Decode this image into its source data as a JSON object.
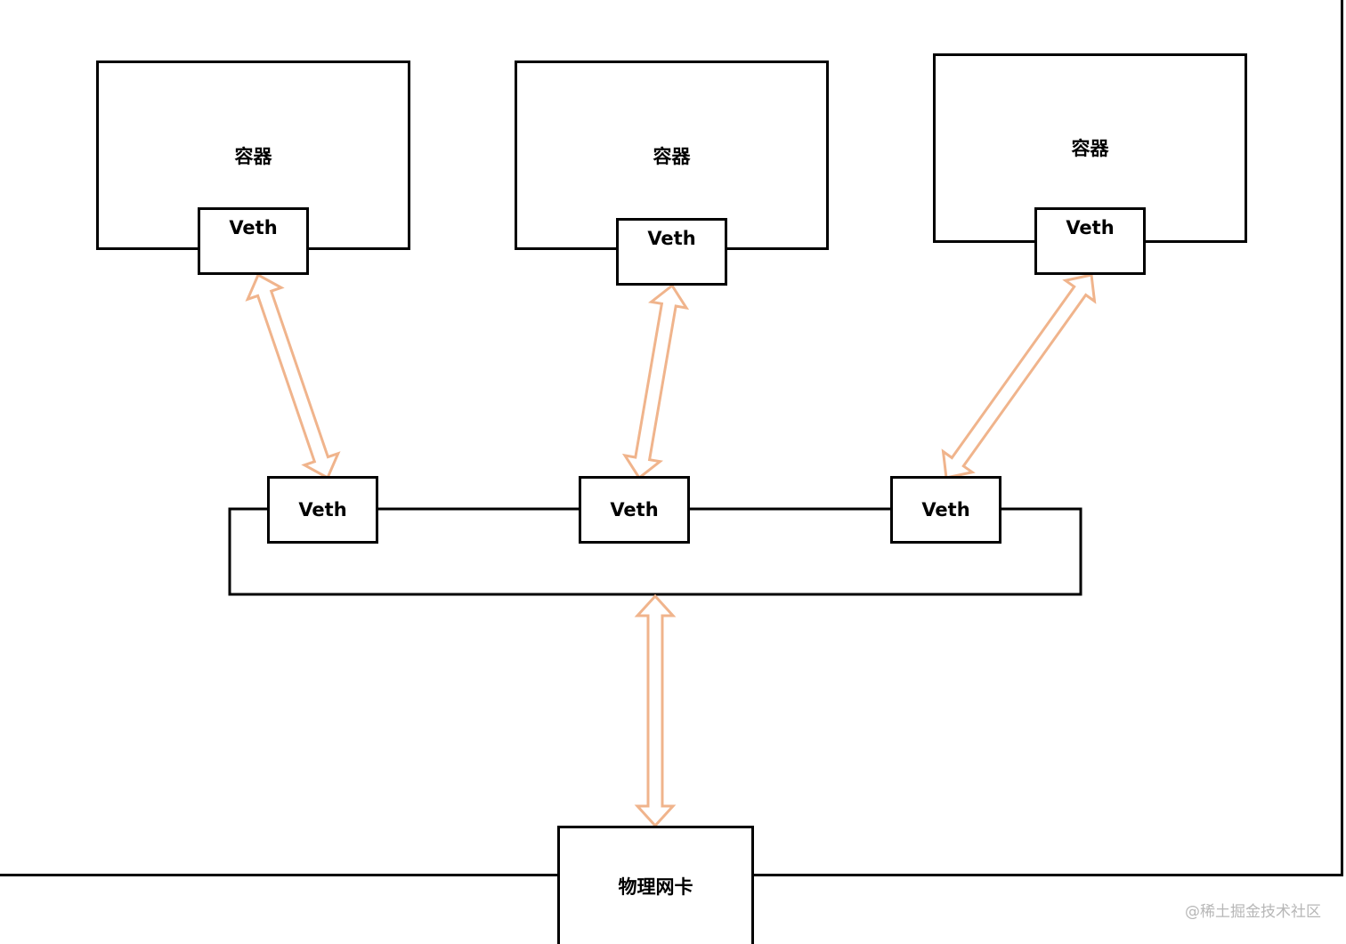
{
  "host": {
    "containers": [
      {
        "label": "容器",
        "veth_label": "Veth"
      },
      {
        "label": "容器",
        "veth_label": "Veth"
      },
      {
        "label": "容器",
        "veth_label": "Veth"
      }
    ],
    "bridge": {
      "veths": [
        {
          "label": "Veth"
        },
        {
          "label": "Veth"
        },
        {
          "label": "Veth"
        }
      ]
    },
    "nic": {
      "label": "物理网卡"
    }
  },
  "watermark": "@稀土掘金技术社区",
  "colors": {
    "arrow_outline": "#f0b48c",
    "stroke": "#000000",
    "background": "#ffffff"
  }
}
